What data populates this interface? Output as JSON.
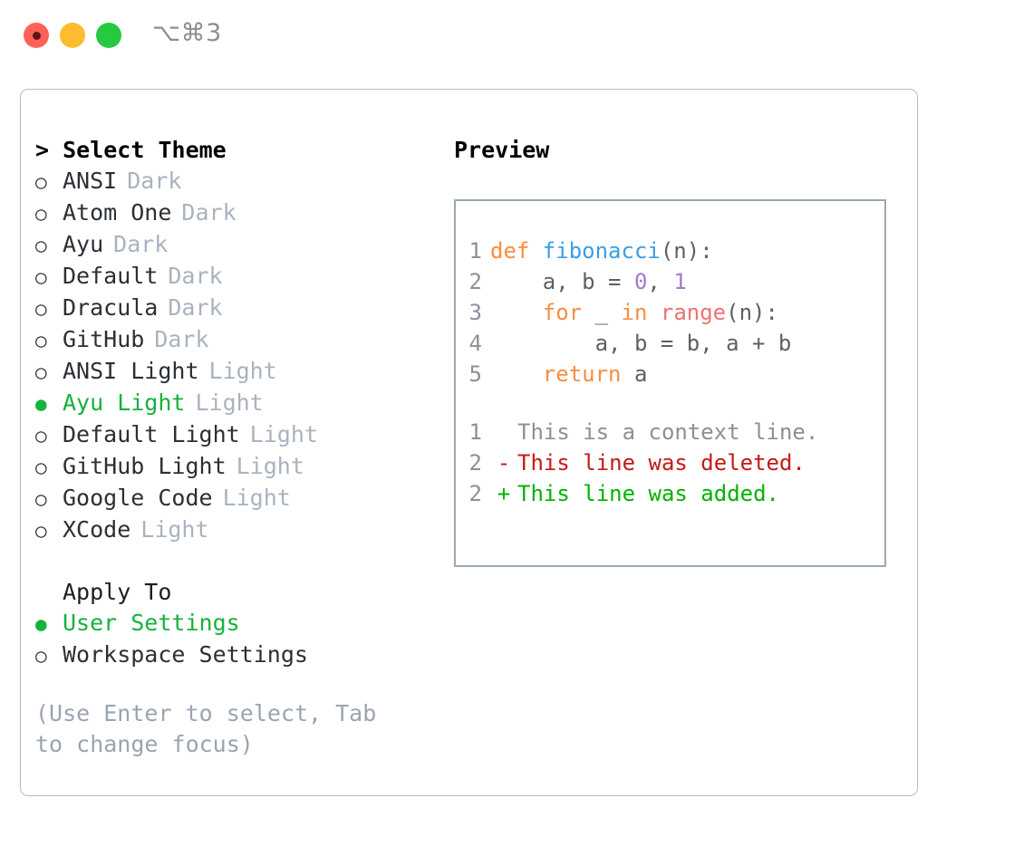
{
  "titlebar": {
    "shortcut": "⌥⌘3",
    "buttons": [
      {
        "name": "close",
        "color": "#ff6159"
      },
      {
        "name": "minimize",
        "color": "#fdbc2f"
      },
      {
        "name": "maximize",
        "color": "#26c940"
      }
    ]
  },
  "theme_picker": {
    "heading": "> Select Theme",
    "items": [
      {
        "marker": "○",
        "label": "ANSI",
        "suffix": "Dark",
        "selected": false
      },
      {
        "marker": "○",
        "label": "Atom One",
        "suffix": "Dark",
        "selected": false
      },
      {
        "marker": "○",
        "label": "Ayu",
        "suffix": "Dark",
        "selected": false
      },
      {
        "marker": "○",
        "label": "Default",
        "suffix": "Dark",
        "selected": false
      },
      {
        "marker": "○",
        "label": "Dracula",
        "suffix": "Dark",
        "selected": false
      },
      {
        "marker": "○",
        "label": "GitHub",
        "suffix": "Dark",
        "selected": false
      },
      {
        "marker": "○",
        "label": "ANSI Light",
        "suffix": "Light",
        "selected": false
      },
      {
        "marker": "●",
        "label": "Ayu Light",
        "suffix": "Light",
        "selected": true
      },
      {
        "marker": "○",
        "label": "Default Light",
        "suffix": "Light",
        "selected": false
      },
      {
        "marker": "○",
        "label": "GitHub Light",
        "suffix": "Light",
        "selected": false
      },
      {
        "marker": "○",
        "label": "Google Code",
        "suffix": "Light",
        "selected": false
      },
      {
        "marker": "○",
        "label": "XCode",
        "suffix": "Light",
        "selected": false
      }
    ]
  },
  "apply_to": {
    "heading": "Apply To",
    "items": [
      {
        "marker": "●",
        "label": "User Settings",
        "selected": true
      },
      {
        "marker": "○",
        "label": "Workspace Settings",
        "selected": false
      }
    ]
  },
  "hint": "(Use Enter to select, Tab to change focus)",
  "preview": {
    "title": "Preview",
    "code_lines": [
      {
        "number": "1",
        "tokens": [
          {
            "text": "def ",
            "type": "kw"
          },
          {
            "text": "fibonacci",
            "type": "fn"
          },
          {
            "text": "(n):",
            "type": "plain"
          }
        ]
      },
      {
        "number": "2",
        "tokens": [
          {
            "text": "    a, b = ",
            "type": "plain"
          },
          {
            "text": "0",
            "type": "num"
          },
          {
            "text": ", ",
            "type": "plain"
          },
          {
            "text": "1",
            "type": "num"
          }
        ]
      },
      {
        "number": "3",
        "tokens": [
          {
            "text": "    ",
            "type": "plain"
          },
          {
            "text": "for",
            "type": "kw"
          },
          {
            "text": " _ ",
            "type": "plain"
          },
          {
            "text": "in",
            "type": "kw"
          },
          {
            "text": " ",
            "type": "plain"
          },
          {
            "text": "range",
            "type": "built"
          },
          {
            "text": "(n):",
            "type": "plain"
          }
        ]
      },
      {
        "number": "4",
        "tokens": [
          {
            "text": "        a, b = b, a + b",
            "type": "plain"
          }
        ]
      },
      {
        "number": "5",
        "tokens": [
          {
            "text": "    ",
            "type": "plain"
          },
          {
            "text": "return",
            "type": "kw"
          },
          {
            "text": " a",
            "type": "plain"
          }
        ]
      }
    ],
    "diff_lines": [
      {
        "number": "1",
        "marker": " ",
        "text": "This is a context line.",
        "type": "ctx"
      },
      {
        "number": "2",
        "marker": "-",
        "text": "This line was deleted.",
        "type": "del"
      },
      {
        "number": "2",
        "marker": "+",
        "text": "This line was added.",
        "type": "add"
      }
    ]
  },
  "colors": {
    "accent_green": "#15b23c",
    "muted": "#a9b3bf",
    "hint": "#9aa4b2",
    "keyword": "#fa8d3e",
    "function": "#399ee6",
    "number": "#a37acc",
    "builtin": "#f07171",
    "plain": "#5c6166",
    "line_number": "#8a9199",
    "diff_delete": "#c41a16",
    "diff_add": "#00b300",
    "border": "#b3bcc9"
  }
}
